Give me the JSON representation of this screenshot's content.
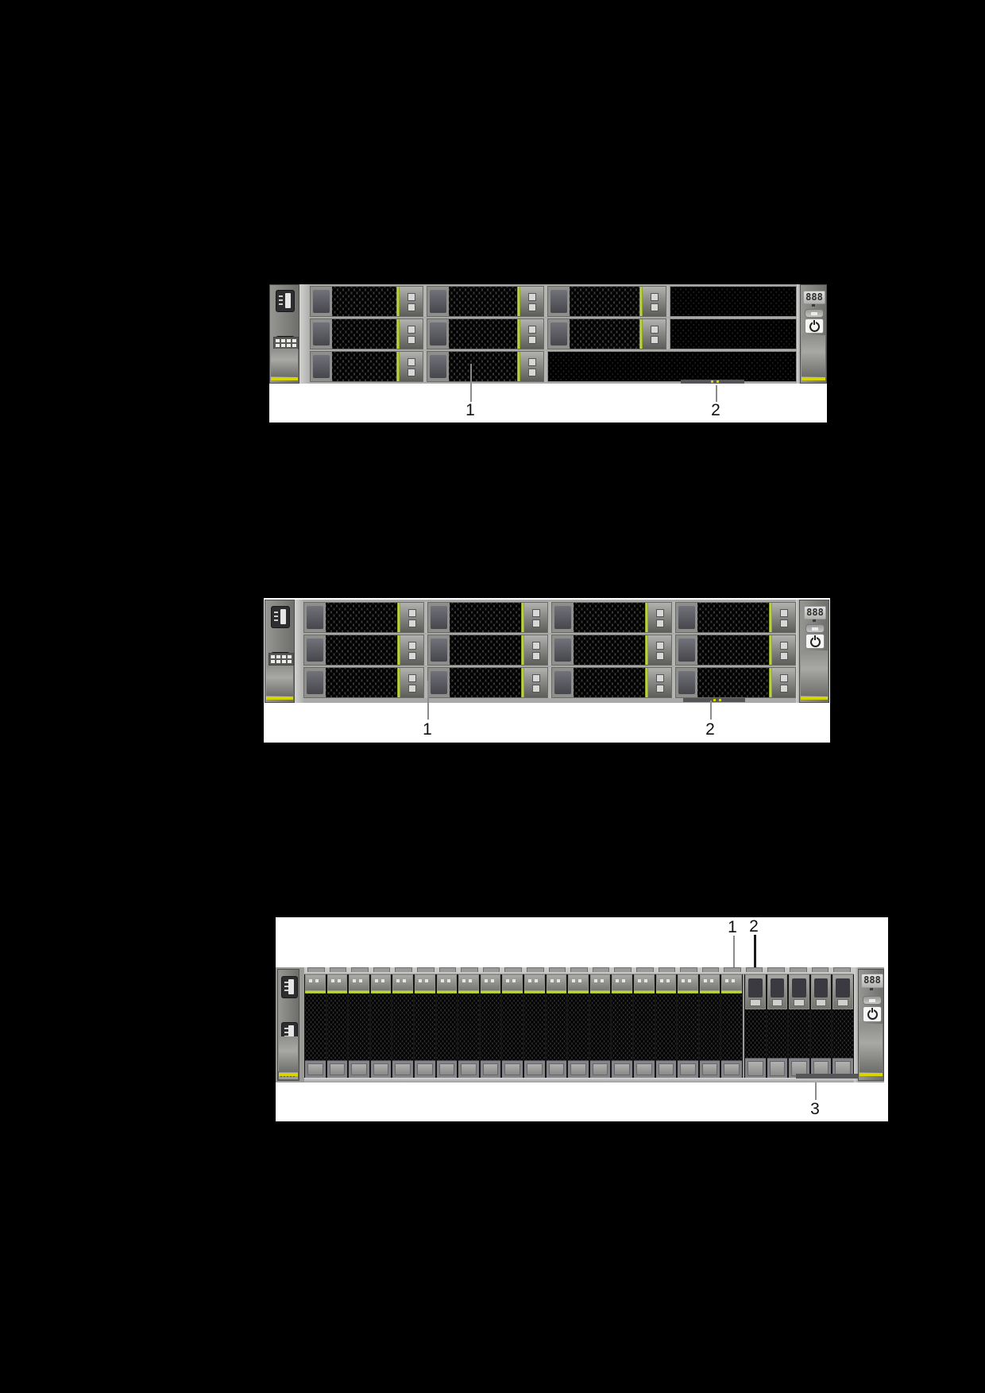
{
  "page": {
    "background": "#000000"
  },
  "colors": {
    "figure_background": "#ffffff",
    "chassis_gray": "#8a8a86",
    "rail_gray": "#c6c6c4",
    "mesh_black": "#0a0a0a",
    "led_stripe_green": "#b6ce30",
    "ear_stripe_yellow": "#d8d400",
    "callout_line_gray": "#8c8c8c",
    "callout_text": "#111111"
  },
  "figures": [
    {
      "name": "server-front-8x3.5-drive-config",
      "led_display_text": "888",
      "drive_grid": {
        "rows": 3,
        "full_columns": 2,
        "partial_column_drives": 2,
        "total_drives": 8
      },
      "callouts": [
        {
          "label": "1"
        },
        {
          "label": "2"
        }
      ]
    },
    {
      "name": "server-front-12x3.5-drive-config",
      "led_display_text": "888",
      "drive_grid": {
        "rows": 3,
        "columns": 4,
        "total_drives": 12
      },
      "callouts": [
        {
          "label": "1"
        },
        {
          "label": "2"
        }
      ]
    },
    {
      "name": "server-front-25x2.5-drive-config",
      "led_display_text": "888",
      "drive_grid": {
        "small_drive_slots": 20,
        "filler_slots": 5
      },
      "callouts": [
        {
          "label": "1"
        },
        {
          "label": "2"
        },
        {
          "label": "3"
        }
      ]
    }
  ]
}
